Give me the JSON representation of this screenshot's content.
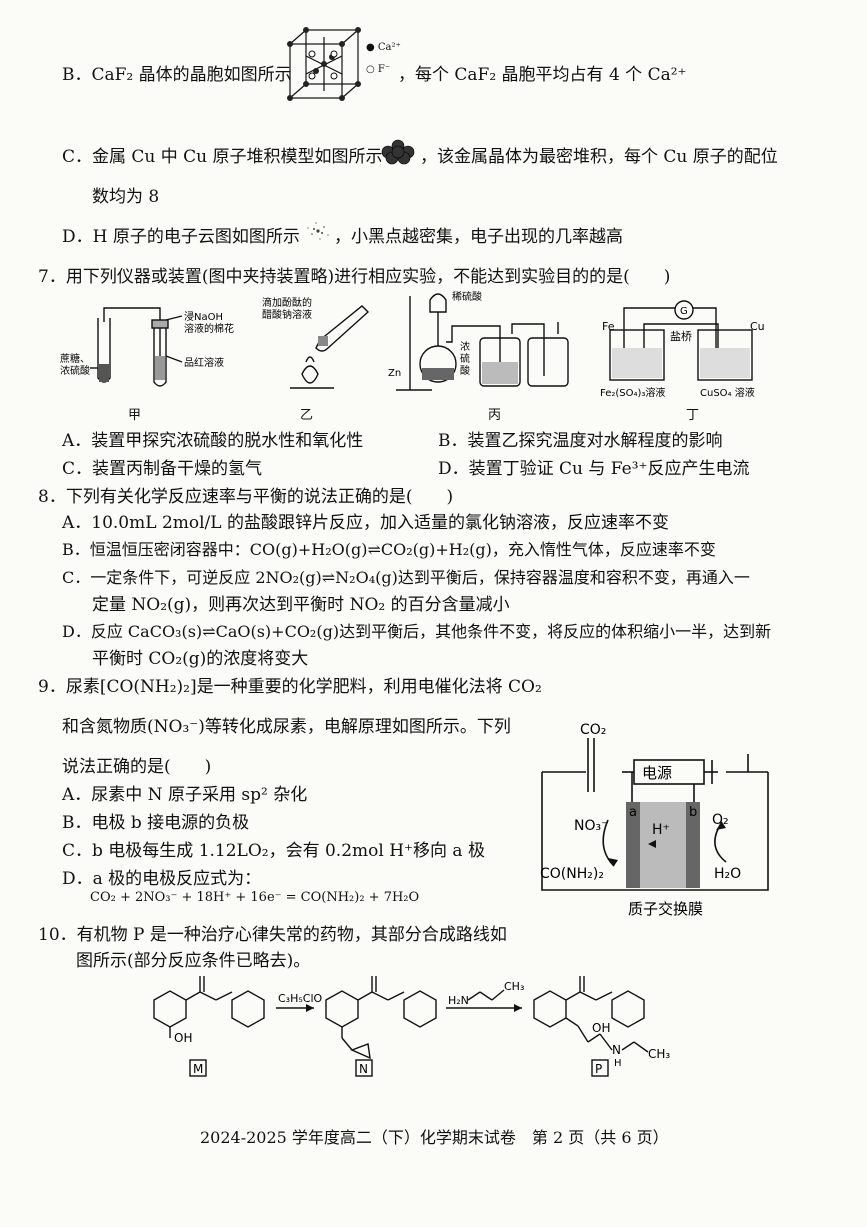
{
  "q6": {
    "B_pre": "B．CaF₂ 晶体的晶胞如图所示",
    "B_post": "，每个 CaF₂ 晶胞平均占有 4 个 Ca²⁺",
    "legend_ca": "Ca²⁺",
    "legend_f": "F⁻",
    "C_pre": "C．金属 Cu 中 Cu 原子堆积模型如图所示",
    "C_post": "，该金属晶体为最密堆积，每个 Cu 原子的配位",
    "C_line2": "数均为 8",
    "D_pre": "D．H 原子的电子云图如图所示",
    "D_post": "，小黑点越密集，电子出现的几率越高"
  },
  "q7": {
    "stem": "7．用下列仪器或装置(图中夹持装置略)进行相应实验，不能达到实验目的的是(　　)",
    "jia_label1": "浸NaOH",
    "jia_label2": "溶液的棉花",
    "jia_label3": "品红溶液",
    "jia_label4": "蔗糖、",
    "jia_label5": "浓硫酸",
    "yi_label1": "滴加酚酞的",
    "yi_label2": "醋酸钠溶液",
    "bing_label1": "稀硫酸",
    "bing_label2": "Zn",
    "bing_label3": "浓",
    "bing_label4": "硫",
    "bing_label5": "酸",
    "ding_fe": "Fe",
    "ding_cu": "Cu",
    "ding_g": "G",
    "ding_bridge": "盐桥",
    "ding_sol1": "Fe₂(SO₄)₃溶液",
    "ding_sol2": "CuSO₄ 溶液",
    "cap_jia": "甲",
    "cap_yi": "乙",
    "cap_bing": "丙",
    "cap_ding": "丁",
    "A": "A．装置甲探究浓硫酸的脱水性和氧化性",
    "B": "B．装置乙探究温度对水解程度的影响",
    "C": "C．装置丙制备干燥的氢气",
    "D": "D．装置丁验证 Cu 与 Fe³⁺反应产生电流"
  },
  "q8": {
    "stem": "8．下列有关化学反应速率与平衡的说法正确的是(　　)",
    "A": "A．10.0mL 2mol/L 的盐酸跟锌片反应，加入适量的氯化钠溶液，反应速率不变",
    "B": "B．恒温恒压密闭容器中：CO(g)+H₂O(g)⇌CO₂(g)+H₂(g)，充入惰性气体，反应速率不变",
    "C1": "C．一定条件下，可逆反应 2NO₂(g)⇌N₂O₄(g)达到平衡后，保持容器温度和容积不变，再通入一",
    "C2": "定量 NO₂(g)，则再次达到平衡时 NO₂ 的百分含量减小",
    "D1": "D．反应 CaCO₃(s)⇌CaO(s)+CO₂(g)达到平衡后，其他条件不变，将反应的体积缩小一半，达到新",
    "D2": "平衡时 CO₂(g)的浓度将变大"
  },
  "q9": {
    "line1": "9．尿素[CO(NH₂)₂]是一种重要的化学肥料，利用电催化法将 CO₂",
    "line2": "和含氮物质(NO₃⁻)等转化成尿素，电解原理如图所示。下列",
    "line3": "说法正确的是(　　)",
    "A": "A．尿素中 N 原子采用 sp² 杂化",
    "B": "B．电极 b 接电源的负极",
    "C": "C．b 电极每生成 1.12LO₂，会有 0.2mol H⁺移向 a 极",
    "D": "D．a 极的电极反应式为：",
    "D_eq": "CO₂ + 2NO₃⁻ + 18H⁺ + 16e⁻ = CO(NH₂)₂ + 7H₂O",
    "fig_co2": "CO₂",
    "fig_power": "电源",
    "fig_a": "a",
    "fig_b": "b",
    "fig_no3": "NO₃⁻",
    "fig_h": "H⁺",
    "fig_o2": "O₂",
    "fig_urea": "CO(NH₂)₂",
    "fig_h2o": "H₂O",
    "fig_membrane": "质子交换膜"
  },
  "q10": {
    "line1": "10．有机物 P 是一种治疗心律失常的药物，其部分合成路线如",
    "line2": "图所示(部分反应条件已略去)。",
    "reagent1": "C₃H₅ClO",
    "reagent2_n": "H₂N",
    "reagent2_ch3": "CH₃",
    "oh1": "OH",
    "oh2": "OH",
    "nh": "N",
    "nh_h": "H",
    "ch3": "CH₃",
    "label_m": "M",
    "label_n": "N",
    "label_p": "P"
  },
  "footer": "2024-2025 学年度高二（下）化学期末试卷　第 2 页（共 6 页）"
}
